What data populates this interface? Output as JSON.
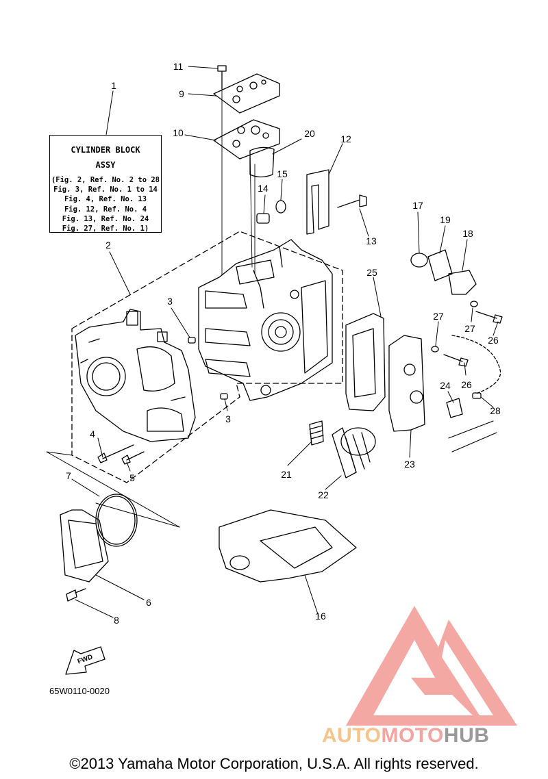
{
  "assembly_box": {
    "title_line1": "CYLINDER BLOCK",
    "title_line2": "ASSY",
    "refs": [
      "(Fig. 2, Ref. No. 2 to 28",
      "Fig. 3, Ref. No. 1 to 14",
      "Fig. 4, Ref. No. 13",
      "Fig. 12, Ref. No. 4",
      "Fig. 13, Ref. No. 24",
      "Fig. 27, Ref. No. 1)"
    ]
  },
  "callouts": [
    "1",
    "2",
    "3",
    "3",
    "4",
    "5",
    "6",
    "7",
    "8",
    "9",
    "10",
    "11",
    "12",
    "13",
    "14",
    "15",
    "16",
    "17",
    "18",
    "19",
    "20",
    "21",
    "22",
    "23",
    "24",
    "25",
    "26",
    "26",
    "27",
    "27",
    "28"
  ],
  "fwd_label": "FWD",
  "part_code": "65W0110-0020",
  "watermark": {
    "brand_part1": "AUTO",
    "brand_part2": "MOTO",
    "brand_part3": "HUB",
    "colors": {
      "auto": "#f6c38a",
      "moto": "#f3a3a0",
      "hub": "#9a9a9a",
      "logo": "#f29a94"
    }
  },
  "copyright": "©2013 Yamaha Motor Corporation, U.S.A. All rights reserved."
}
